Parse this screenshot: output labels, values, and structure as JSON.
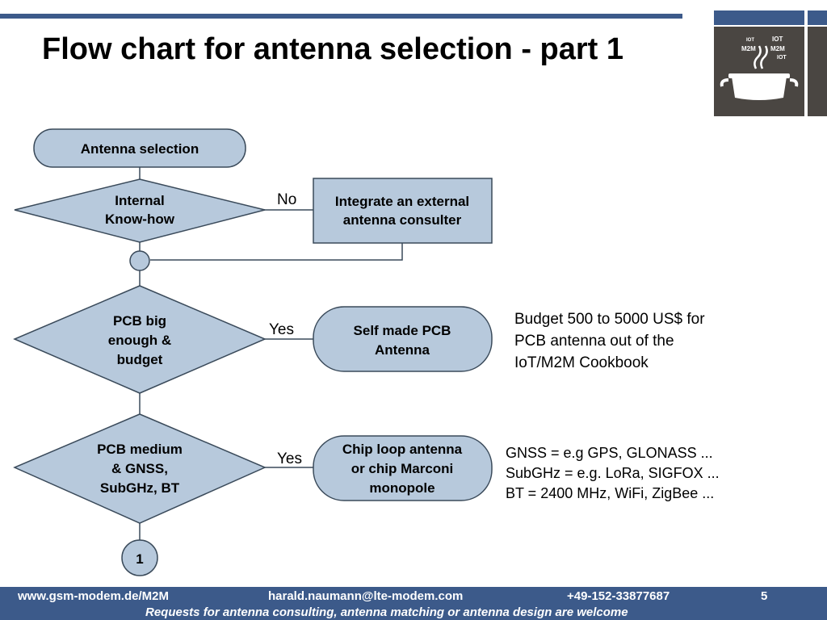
{
  "title": "Flow chart for antenna selection - part 1",
  "logo": {
    "icon": "cooking-pot-icon",
    "words": [
      "M2M",
      "IOT",
      "M2M",
      "IOT",
      "IOT"
    ]
  },
  "nodes": {
    "start": "Antenna selection",
    "know_how": [
      "Internal",
      "Know-how"
    ],
    "consulter": [
      "Integrate an external",
      "antenna consulter"
    ],
    "pcb_big": [
      "PCB big",
      "enough &",
      "budget"
    ],
    "self_made": [
      "Self made PCB",
      "Antenna"
    ],
    "pcb_medium": [
      "PCB medium",
      "& GNSS,",
      "SubGHz, BT"
    ],
    "chip": [
      "Chip loop antenna",
      "or chip Marconi",
      "monopole"
    ],
    "connector": "1"
  },
  "edges": {
    "no": "No",
    "yes1": "Yes",
    "yes2": "Yes"
  },
  "notes": {
    "budget": "Budget 500 to 5000 US$ for\nPCB antenna out of the\nIoT/M2M Cookbook",
    "gnss": "GNSS = e.g GPS, GLONASS ...\nSubGHz = e.g. LoRa, SIGFOX ...\nBT = 2400 MHz, WiFi, ZigBee ..."
  },
  "footer": {
    "website": "www.gsm-modem.de/M2M",
    "email": "harald.naumann@lte-modem.com",
    "phone": "+49-152-33877687",
    "page": "5",
    "tagline": "Requests for antenna consulting, antenna matching or antenna design are welcome"
  },
  "colors": {
    "accent": "#3c5a8a",
    "node_fill": "#b7c9dc",
    "node_stroke": "#3a4a5a",
    "logo_bg": "#4a4642"
  }
}
